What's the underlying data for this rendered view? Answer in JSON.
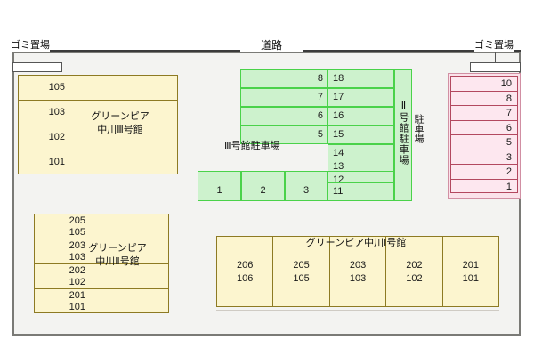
{
  "site": {
    "road_label": "道路",
    "trash_left_label": "ゴミ置場",
    "trash_right_label": "ゴミ置場",
    "parking_label_right": "駐車場"
  },
  "buildings": {
    "bldg3": {
      "name": "グリーンピア\n中川Ⅲ号館",
      "name_line1": "グリーンピア",
      "name_line2": "中川Ⅲ号館",
      "units": [
        "105",
        "103",
        "102",
        "101"
      ]
    },
    "bldg2": {
      "name_line1": "グリーンピア",
      "name_line2": "中川Ⅱ号館",
      "rows": [
        {
          "upper": "205",
          "lower": "105"
        },
        {
          "upper": "203",
          "lower": "103"
        },
        {
          "upper": "202",
          "lower": "102"
        },
        {
          "upper": "201",
          "lower": "101"
        }
      ]
    },
    "bldg1": {
      "name": "グリーンピア中川Ⅰ号館",
      "columns": [
        {
          "upper": "206",
          "lower": "106"
        },
        {
          "upper": "205",
          "lower": "105"
        },
        {
          "upper": "203",
          "lower": "103"
        },
        {
          "upper": "202",
          "lower": "102"
        },
        {
          "upper": "201",
          "lower": "101"
        }
      ]
    }
  },
  "parking_green": {
    "label_bldg3": "Ⅲ号館駐車場",
    "label_bldg2": "Ⅱ号館駐車場",
    "left_column_stalls": [
      "8",
      "7",
      "6",
      "5"
    ],
    "right_column_stalls": [
      "18",
      "17",
      "16",
      "15",
      "14",
      "13",
      "12",
      "11"
    ],
    "bottom_row_stalls": [
      "1",
      "2",
      "3"
    ]
  },
  "parking_pink": {
    "stalls": [
      "10",
      "8",
      "7",
      "6",
      "5",
      "3",
      "2",
      "1"
    ]
  },
  "colors": {
    "building_fill": "#fcf5cf",
    "building_border": "#8d7a23",
    "green_fill": "#cdf2cd",
    "green_border": "#4ad24a",
    "pink_fill": "#fde7ef",
    "pink_border": "#b3485f",
    "site_bg": "#f3f3f1",
    "frame_border": "#7a7a76"
  }
}
